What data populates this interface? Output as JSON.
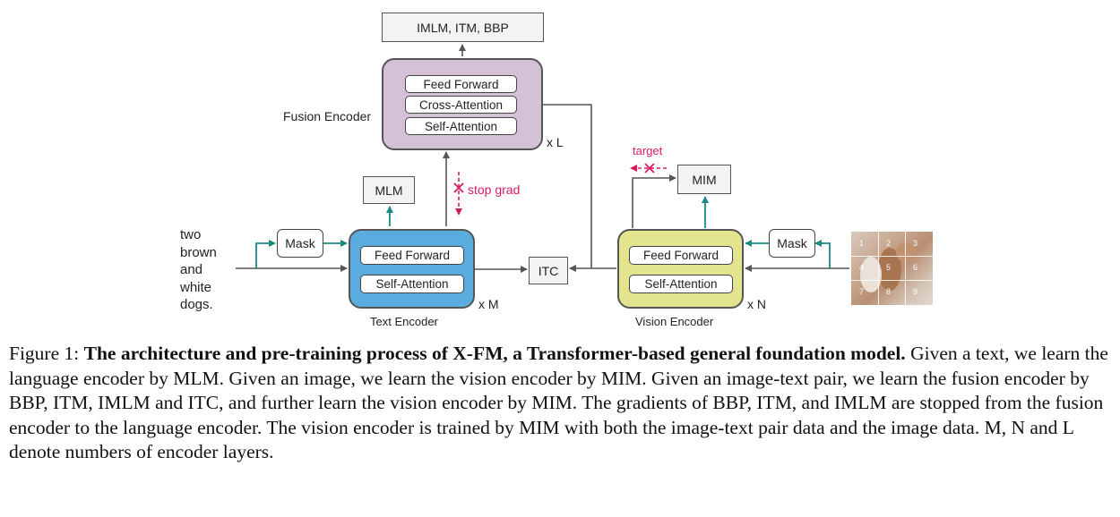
{
  "diagram": {
    "outputs_label": "IMLM, ITM, BBP",
    "fusion": {
      "title": "Fusion Encoder",
      "layers": [
        "Feed Forward",
        "Cross-Attention",
        "Self-Attention"
      ],
      "repeat": "x L",
      "fill": "#d5c1d6"
    },
    "text": {
      "title": "Text Encoder",
      "layers": [
        "Feed Forward",
        "Self-Attention"
      ],
      "repeat": "x M",
      "fill": "#5aacdf"
    },
    "vision": {
      "title": "Vision Encoder",
      "layers": [
        "Feed Forward",
        "Self-Attention"
      ],
      "repeat": "x N",
      "fill": "#e3e58e"
    },
    "mlm_label": "MLM",
    "mim_label": "MIM",
    "itc_label": "ITC",
    "mask_text_label": "Mask",
    "mask_vision_label": "Mask",
    "stop_grad_label": "stop grad",
    "target_label": "target",
    "input_text": [
      "two",
      "brown",
      "and",
      "white",
      "dogs."
    ],
    "patch_numbers": [
      "1",
      "2",
      "3",
      "4",
      "5",
      "6",
      "7",
      "8",
      "9"
    ],
    "colors": {
      "teal_arrow": "#1a8a82",
      "gray_arrow": "#555555",
      "stop_red": "#d81b60"
    }
  },
  "caption": {
    "prefix": "Figure 1: ",
    "bold": "The architecture and pre-training process of X-FM, a Transformer-based general foundation model.",
    "body": " Given a text, we learn the language encoder by MLM. Given an image, we learn the vision encoder by MIM. Given an image-text pair, we learn the fusion encoder by BBP, ITM, IMLM and ITC, and further learn the vision encoder by MIM. The gradients of BBP, ITM, and IMLM are stopped from the fusion encoder to the language encoder. The vision encoder is trained by MIM with both the image-text pair data and the image data. M, N and L denote numbers of encoder layers."
  }
}
